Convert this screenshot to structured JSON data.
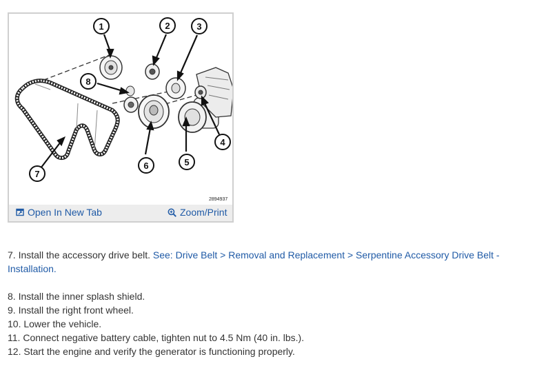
{
  "figure": {
    "callouts": [
      "1",
      "2",
      "3",
      "4",
      "5",
      "6",
      "7",
      "8"
    ],
    "figure_id": "2894937",
    "toolbar": {
      "open_label": "Open In New Tab",
      "zoom_label": "Zoom/Print",
      "open_icon": "new-tab-icon",
      "zoom_icon": "magnifier-plus-icon"
    }
  },
  "steps": {
    "s7": {
      "number": " 7.",
      "text": " Install the accessory drive belt. ",
      "link_line1": "See: Drive Belt > Removal and Replacement > Serpentine Accessory Drive Belt -",
      "link_line2": "Installation."
    },
    "s8": {
      "number": " 8.",
      "text": " Install the inner splash shield."
    },
    "s9": {
      "number": " 9.",
      "text": " Install the right front wheel."
    },
    "s10": {
      "number": "10.",
      "text": " Lower the vehicle."
    },
    "s11": {
      "number": "11.",
      "text": " Connect negative battery cable, tighten nut to 4.5 Nm (40 in. lbs.)."
    },
    "s12": {
      "number": "12.",
      "text": " Start the engine and verify the generator is functioning properly."
    }
  },
  "colors": {
    "link": "#1f5aa6",
    "text": "#333333",
    "toolbar_bg": "#ededed",
    "frame": "#cfcfcf"
  }
}
